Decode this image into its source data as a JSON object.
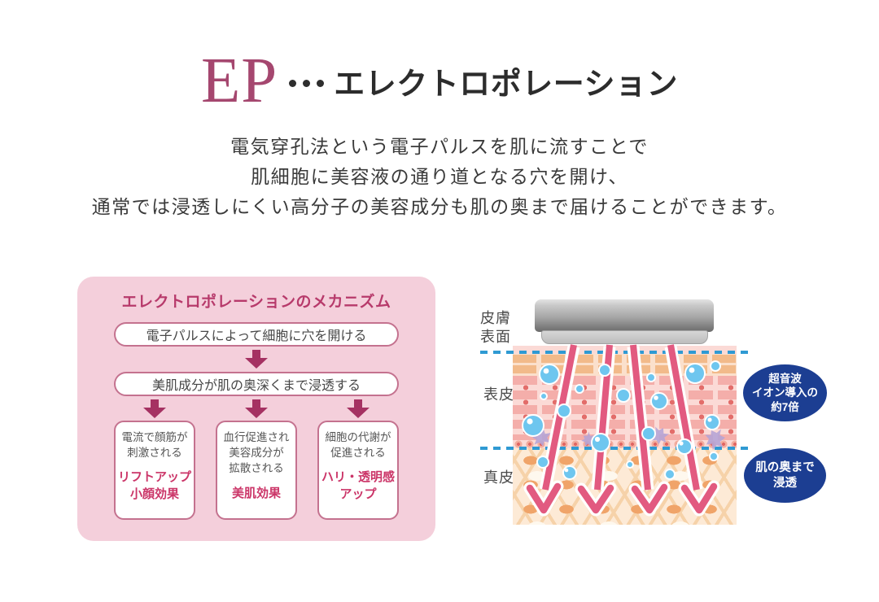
{
  "palette": {
    "accent_pink": "#a5476f",
    "panel_bg": "#f4cfdb",
    "flow_arrow": "#a53162",
    "flow_title": "#b73a6b",
    "box_border": "#c4728f",
    "effect_text": "#cb3568",
    "badge_blue": "#1c3e92",
    "dash_blue": "#2f9ad3",
    "skin_arrow_pink": "#e25a80",
    "bubble_blue": "#6ec6ef"
  },
  "header": {
    "abbr": "EP",
    "separator": "…",
    "title": "エレクトロポレーション",
    "description_lines": [
      "電気穿孔法という電子パルスを肌に流すことで",
      "肌細胞に美容液の通り道となる穴を開け、",
      "通常では浸透しにくい高分子の美容成分も肌の奥まで届けることができます。"
    ]
  },
  "mechanism": {
    "title": "エレクトロポレーションのメカニズム",
    "step1": "電子パルスによって細胞に穴を開ける",
    "step2": "美肌成分が肌の奥深くまで浸透する",
    "results": [
      {
        "desc": [
          "電流で顔筋が",
          "刺激される"
        ],
        "effect": [
          "リフトアップ",
          "小顔効果"
        ]
      },
      {
        "desc": [
          "血行促進され",
          "美容成分が",
          "拡散される"
        ],
        "effect": [
          "美肌効果"
        ]
      },
      {
        "desc": [
          "細胞の代謝が",
          "促進される"
        ],
        "effect": [
          "ハリ・透明感",
          "アップ"
        ]
      }
    ]
  },
  "diagram": {
    "labels": {
      "surface": [
        "皮膚",
        "表面"
      ],
      "epidermis": "表皮",
      "dermis": "真皮"
    },
    "badges": [
      {
        "lines": [
          "超音波",
          "イオン導入の",
          "約7倍"
        ]
      },
      {
        "lines": [
          "肌の奥まで",
          "浸透"
        ]
      }
    ]
  }
}
